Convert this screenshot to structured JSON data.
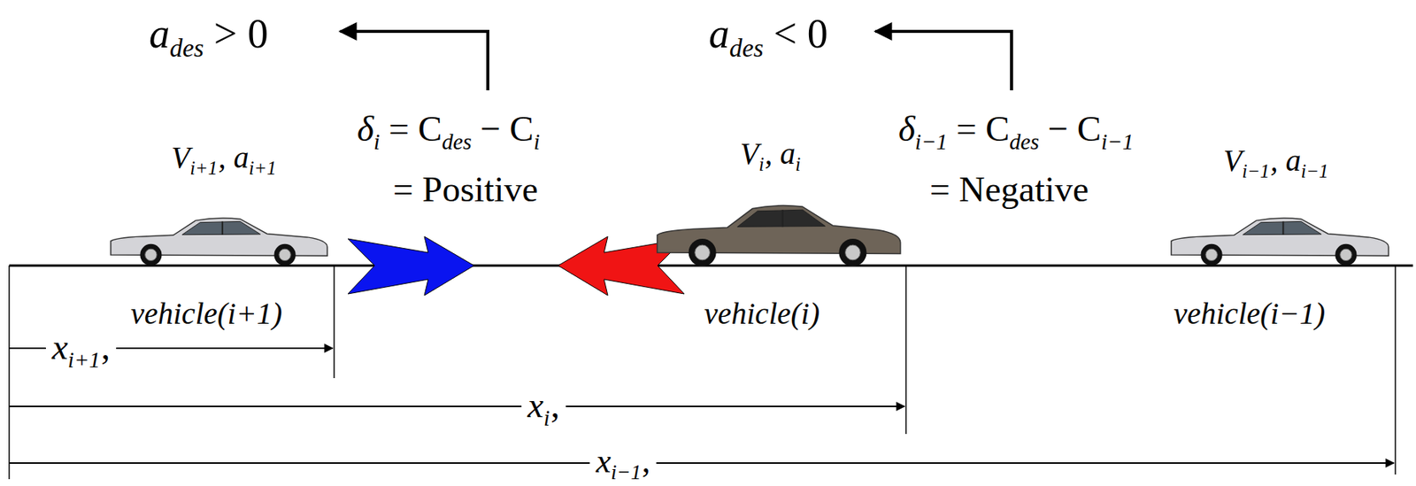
{
  "diagram": {
    "labels": [
      "a",
      "des",
      "> 0",
      "δ",
      "i",
      "= C",
      "des",
      "− C",
      "i",
      "= Positive",
      "a",
      "des",
      "< 0",
      "δ",
      "i−1",
      "= C",
      "des",
      "− C",
      "i−1",
      "= Negative",
      "V",
      "i+1",
      ", a",
      "i+1",
      "V",
      "i",
      ", a",
      "i",
      "V",
      "i−1",
      ", a",
      "i−1",
      "vehicle(i+1)",
      "vehicle(i)",
      "vehicle(i−1)",
      "x",
      "i+1",
      ",",
      "x",
      "i",
      ",",
      "x",
      "i−1",
      ","
    ]
  }
}
